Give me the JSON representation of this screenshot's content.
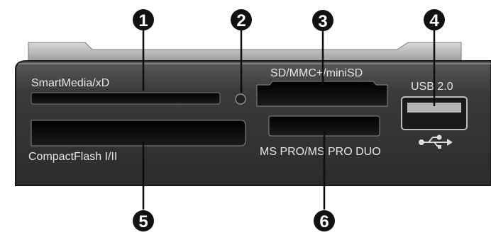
{
  "callouts": [
    "1",
    "2",
    "3",
    "4",
    "5",
    "6"
  ],
  "labels": {
    "smartmedia": "SmartMedia/xD",
    "sd": "SD/MMC+/miniSD",
    "usb": "USB 2.0",
    "compactflash": "CompactFlash I/II",
    "mspro": "MS PRO/MS PRO DUO"
  },
  "colors": {
    "panel": "#3b3b3b",
    "panel_edge": "#8c8c8c",
    "slot": "#0a0a0a",
    "callout": "#111111",
    "label": "#e6e6e6"
  }
}
